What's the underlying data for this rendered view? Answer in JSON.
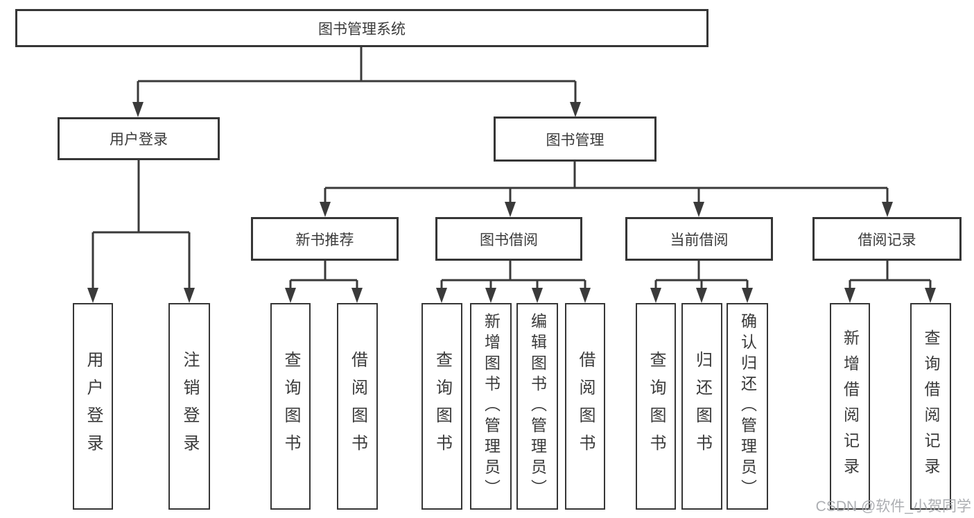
{
  "tree": {
    "label": "图书管理系统",
    "children": [
      {
        "label": "用户登录",
        "children": [
          {
            "label": "用户登录"
          },
          {
            "label": "注销登录"
          }
        ]
      },
      {
        "label": "图书管理",
        "children": [
          {
            "label": "新书推荐",
            "children": [
              {
                "label": "查询图书"
              },
              {
                "label": "借阅图书"
              }
            ]
          },
          {
            "label": "图书借阅",
            "children": [
              {
                "label": "查询图书"
              },
              {
                "label": "新增图书（管理员）"
              },
              {
                "label": "编辑图书（管理员）"
              },
              {
                "label": "借阅图书"
              }
            ]
          },
          {
            "label": "当前借阅",
            "children": [
              {
                "label": "查询图书"
              },
              {
                "label": "归还图书"
              },
              {
                "label": "确认归还（管理员）"
              }
            ]
          },
          {
            "label": "借阅记录",
            "children": [
              {
                "label": "新增借阅记录"
              },
              {
                "label": "查询借阅记录"
              }
            ]
          }
        ]
      }
    ]
  },
  "watermark": {
    "text": "CSDN @软件_小贺同学"
  },
  "colors": {
    "line": "#3a3a3a",
    "box_border": "#363636",
    "text": "#3a3a3a",
    "watermark": "#a8aaae",
    "background": "#ffffff"
  }
}
